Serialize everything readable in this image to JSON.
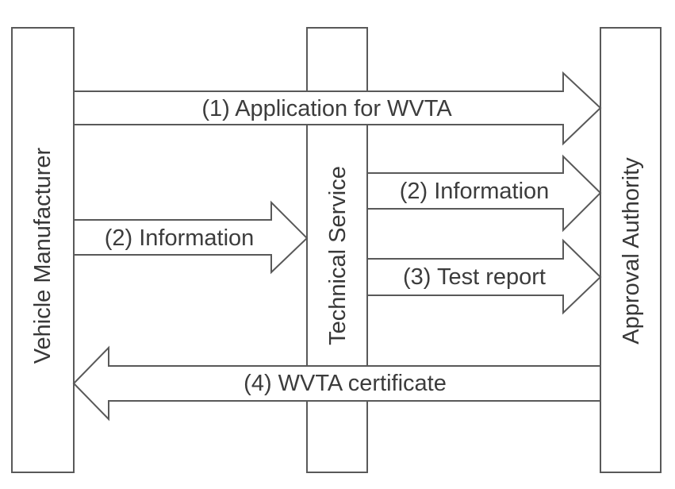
{
  "diagram": {
    "type": "sequence-flow-diagram",
    "colors": {
      "background": "#ffffff",
      "shape_fill": "#ffffff",
      "stroke": "#595959",
      "text": "#3c3c3c"
    },
    "actors": [
      {
        "id": "vehicle-manufacturer",
        "label": "Vehicle Manufacturer"
      },
      {
        "id": "technical-service",
        "label": "Technical Service"
      },
      {
        "id": "approval-authority",
        "label": "Approval Authority"
      }
    ],
    "arrows": [
      {
        "label": "(1) Application for WVTA",
        "from": "Vehicle Manufacturer",
        "to": "Approval Authority",
        "direction": "right"
      },
      {
        "label": "(2) Information",
        "from": "Technical Service",
        "to": "Approval Authority",
        "direction": "right"
      },
      {
        "label": "(2) Information",
        "from": "Vehicle Manufacturer",
        "to": "Technical Service",
        "direction": "right"
      },
      {
        "label": "(3) Test report",
        "from": "Technical Service",
        "to": "Approval Authority",
        "direction": "right"
      },
      {
        "label": "(4) WVTA certificate",
        "from": "Approval Authority",
        "to": "Vehicle Manufacturer",
        "direction": "left"
      }
    ]
  }
}
